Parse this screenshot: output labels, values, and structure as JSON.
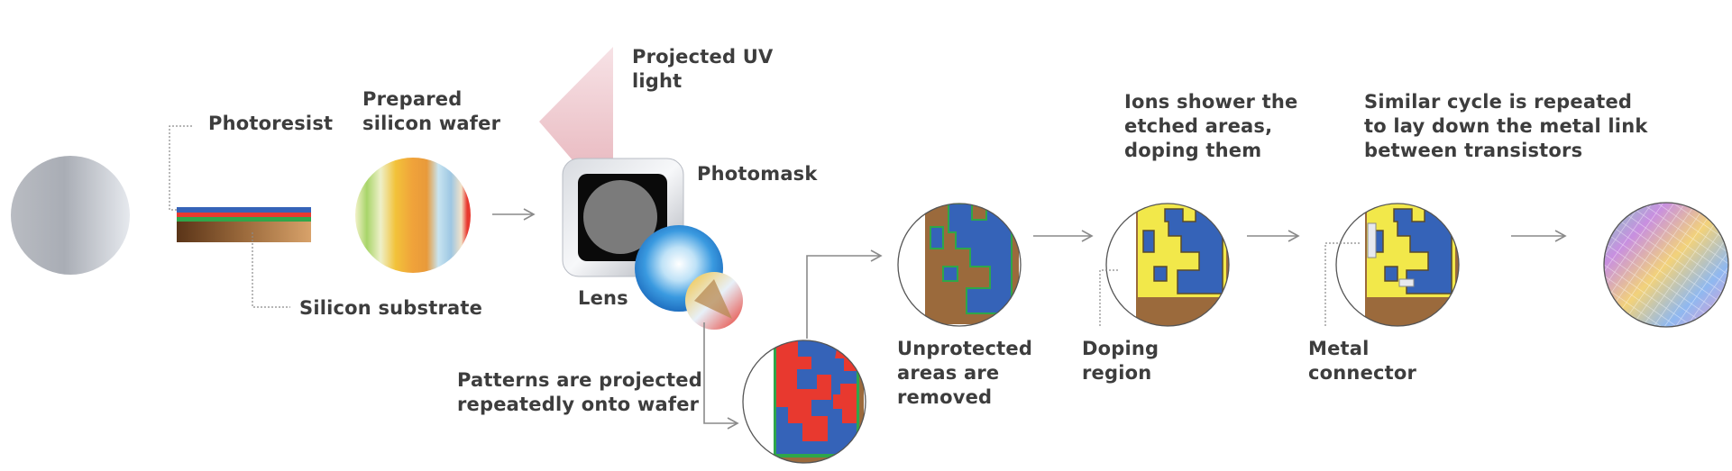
{
  "labels": {
    "photoresist": "Photoresist",
    "prepared_wafer": "Prepared\nsilicon wafer",
    "silicon_substrate": "Silicon substrate",
    "projected_uv": "Projected UV\nlight",
    "photomask": "Photomask",
    "lens": "Lens",
    "patterns_projected": "Patterns are projected\nrepeatedly onto wafer",
    "unprotected_removed": "Unprotected\nareas are\nremoved",
    "ions_shower": "Ions shower the\netched areas,\ndoping them",
    "doping_region": "Doping\nregion",
    "similar_cycle": "Similar cycle is repeated\nto lay down the metal link\nbetween transistors",
    "metal_connector": "Metal\nconnector"
  },
  "colors": {
    "text": "#3d3d3d",
    "arrow": "#8a8a8a",
    "resist_blue": "#3563b8",
    "resist_red": "#e8392f",
    "resist_green": "#2fa64a",
    "substrate_brown": "#9b6a3c",
    "pattern_red": "#e8392f",
    "pattern_blue": "#3563b8",
    "doped_yellow": "#f2e84a",
    "lens_blue": "#2f8fd8",
    "uv_pink": "#e9b9c0"
  }
}
